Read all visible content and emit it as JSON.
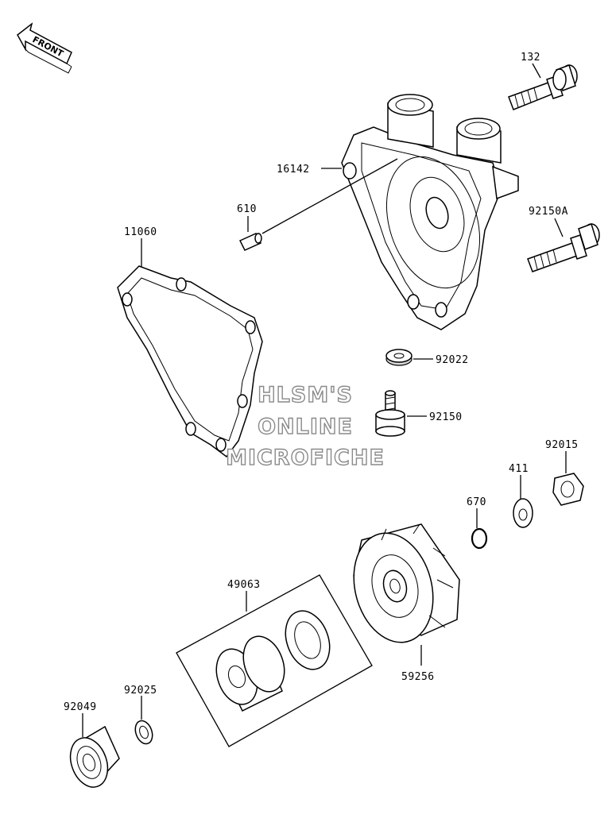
{
  "direction_marker": {
    "text": "FRONT",
    "icon": "front-arrow-icon"
  },
  "watermark": {
    "line1": "HLSM'S",
    "line2": "ONLINE",
    "line3": "MICROFICHE"
  },
  "parts": {
    "p132": "132",
    "p16142": "16142",
    "p610": "610",
    "p92150A": "92150A",
    "p11060": "11060",
    "p92022": "92022",
    "p92150": "92150",
    "p92015": "92015",
    "p411": "411",
    "p670": "670",
    "p49063": "49063",
    "p59256": "59256",
    "p92025": "92025",
    "p92049": "92049"
  }
}
